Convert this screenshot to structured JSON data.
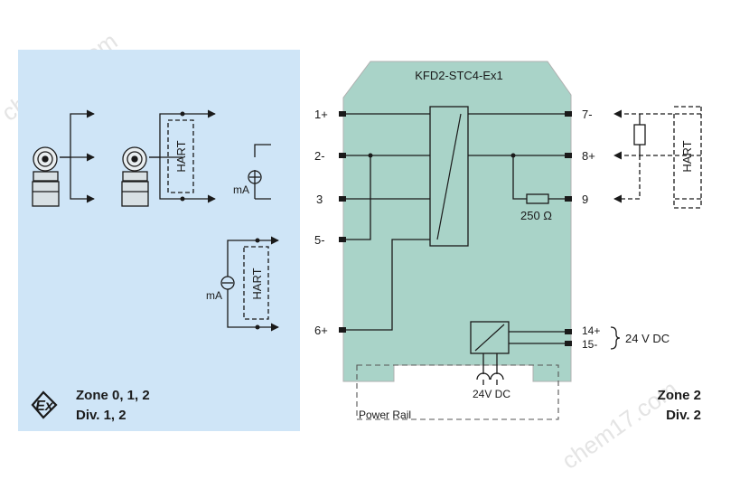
{
  "device": {
    "title": "KFD2-STC4-Ex1",
    "terminals_left": [
      "1+",
      "2-",
      "3",
      "5-",
      "6+"
    ],
    "terminals_right": [
      "7-",
      "8+",
      "9",
      "14+",
      "15-"
    ],
    "resistor_label": "250 Ω",
    "supply_label": "24 V DC",
    "bottom_supply_label": "24V DC",
    "power_rail_label": "Power Rail"
  },
  "hazardous_area": {
    "zone_line1": "Zone 0, 1, 2",
    "zone_line2": "Div. 1, 2",
    "ex_symbol": "Ex",
    "hart_labels": [
      "HART",
      "HART"
    ],
    "ma_labels": [
      "mA",
      "mA"
    ],
    "background_color": "#cfe5f7"
  },
  "safe_area": {
    "zone_line1": "Zone 2",
    "zone_line2": "Div. 2",
    "hart_label": "HART"
  },
  "colors": {
    "housing_fill": "#a9d3c8",
    "line": "#1a1a1a"
  },
  "watermarks": [
    "chem17.com",
    "chem17.com"
  ]
}
